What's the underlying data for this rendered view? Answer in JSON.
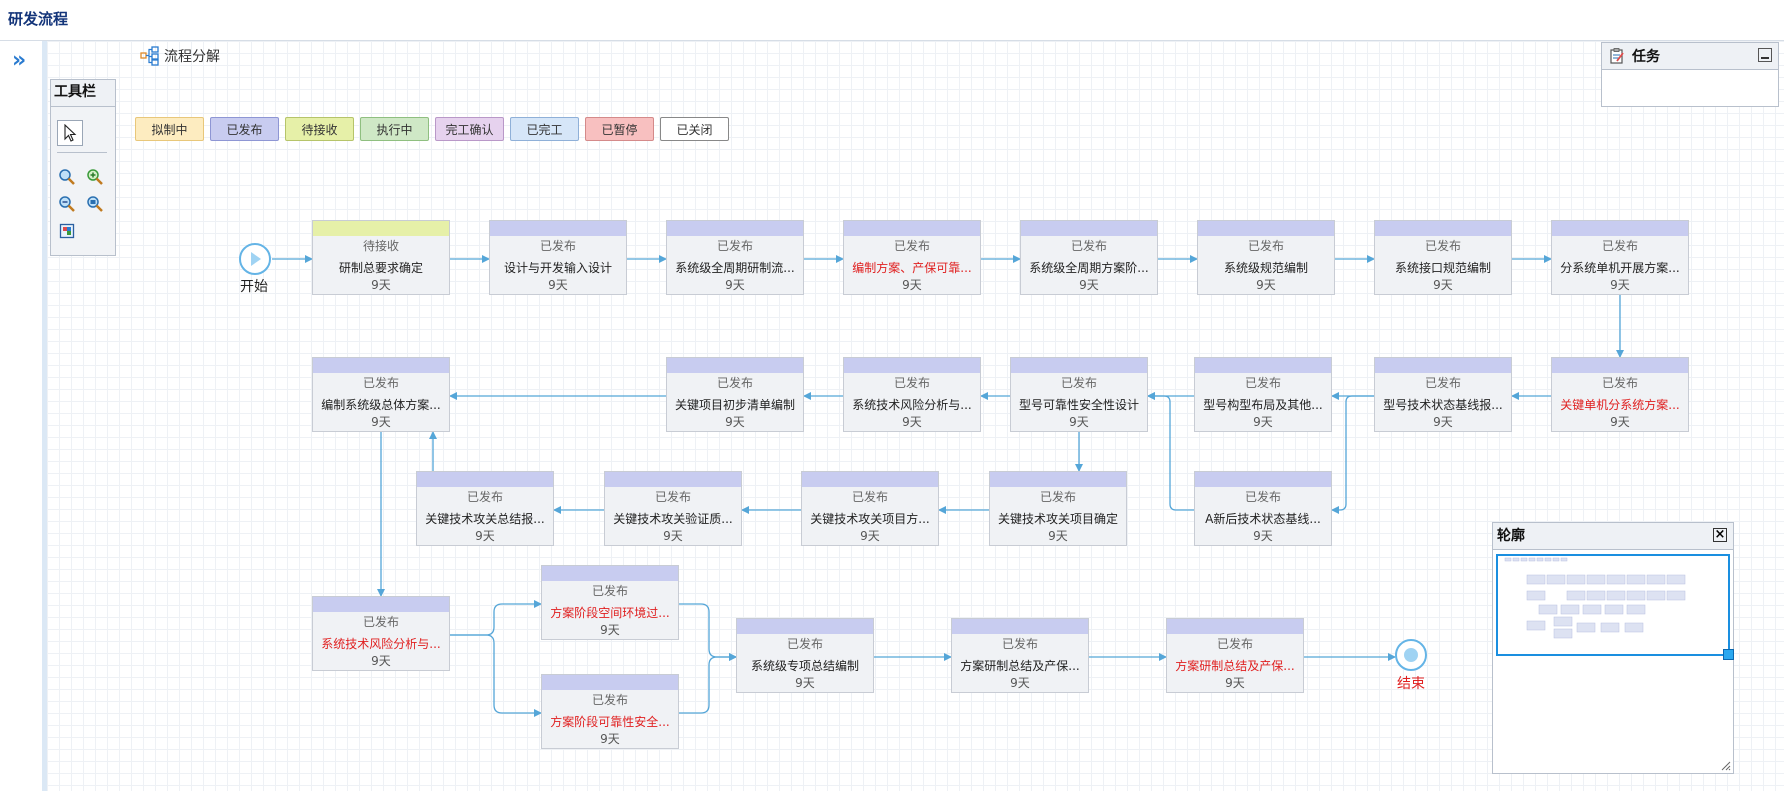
{
  "page": {
    "title": "研发流程"
  },
  "flow": {
    "title": "流程分解"
  },
  "toolbar": {
    "title": "工具栏"
  },
  "legend": [
    {
      "label": "拟制中",
      "bg": "#fdecc0",
      "border": "#e8c77a"
    },
    {
      "label": "已发布",
      "bg": "#c8ccf0",
      "border": "#8e96d4"
    },
    {
      "label": "待接收",
      "bg": "#e6f0a8",
      "border": "#b6c46a"
    },
    {
      "label": "执行中",
      "bg": "#cfe8c6",
      "border": "#8fbf80"
    },
    {
      "label": "完工确认",
      "bg": "#e6d2ee",
      "border": "#b998c8"
    },
    {
      "label": "已完工",
      "bg": "#d6e6f8",
      "border": "#8fb0d8"
    },
    {
      "label": "已暂停",
      "bg": "#f8c0c0",
      "border": "#d48a8a"
    },
    {
      "label": "已关闭",
      "bg": "#ffffff",
      "border": "#888888"
    }
  ],
  "colors": {
    "published_header": "#c8ccf0",
    "pending_header": "#e6f0a8",
    "arrow": "#55a6d8"
  },
  "start": {
    "label": "开始"
  },
  "end": {
    "label": "结束"
  },
  "nodes": [
    {
      "status": "待接收",
      "name": "研制总要求确定",
      "duration": "9天",
      "red": false
    },
    {
      "status": "已发布",
      "name": "设计与开发输入设计",
      "duration": "9天",
      "red": false
    },
    {
      "status": "已发布",
      "name": "系统级全周期研制流...",
      "duration": "9天",
      "red": false
    },
    {
      "status": "已发布",
      "name": "编制方案、产保可靠...",
      "duration": "9天",
      "red": true
    },
    {
      "status": "已发布",
      "name": "系统级全周期方案阶...",
      "duration": "9天",
      "red": false
    },
    {
      "status": "已发布",
      "name": "系统级规范编制",
      "duration": "9天",
      "red": false
    },
    {
      "status": "已发布",
      "name": "系统接口规范编制",
      "duration": "9天",
      "red": false
    },
    {
      "status": "已发布",
      "name": "分系统单机开展方案...",
      "duration": "9天",
      "red": false
    },
    {
      "status": "已发布",
      "name": "关键单机分系统方案...",
      "duration": "9天",
      "red": true
    },
    {
      "status": "已发布",
      "name": "型号技术状态基线报...",
      "duration": "9天",
      "red": false
    },
    {
      "status": "已发布",
      "name": "型号构型布局及其他...",
      "duration": "9天",
      "red": false
    },
    {
      "status": "已发布",
      "name": "型号可靠性安全性设计",
      "duration": "9天",
      "red": false
    },
    {
      "status": "已发布",
      "name": "系统技术风险分析与...",
      "duration": "9天",
      "red": false
    },
    {
      "status": "已发布",
      "name": "关键项目初步清单编制",
      "duration": "9天",
      "red": false
    },
    {
      "status": "已发布",
      "name": "编制系统级总体方案...",
      "duration": "9天",
      "red": false
    },
    {
      "status": "已发布",
      "name": "A新后技术状态基线...",
      "duration": "9天",
      "red": false
    },
    {
      "status": "已发布",
      "name": "关键技术攻关项目确定",
      "duration": "9天",
      "red": false
    },
    {
      "status": "已发布",
      "name": "关键技术攻关项目方...",
      "duration": "9天",
      "red": false
    },
    {
      "status": "已发布",
      "name": "关键技术攻关验证质...",
      "duration": "9天",
      "red": false
    },
    {
      "status": "已发布",
      "name": "关键技术攻关总结报...",
      "duration": "9天",
      "red": false
    },
    {
      "status": "已发布",
      "name": "系统技术风险分析与...",
      "duration": "9天",
      "red": true
    },
    {
      "status": "已发布",
      "name": "方案阶段空间环境过...",
      "duration": "9天",
      "red": true
    },
    {
      "status": "已发布",
      "name": "方案阶段可靠性安全...",
      "duration": "9天",
      "red": true
    },
    {
      "status": "已发布",
      "name": "系统级专项总结编制",
      "duration": "9天",
      "red": false
    },
    {
      "status": "已发布",
      "name": "方案研制总结及产保...",
      "duration": "9天",
      "red": false
    },
    {
      "status": "已发布",
      "name": "方案研制总结及产保...",
      "duration": "9天",
      "red": true
    }
  ],
  "task_panel": {
    "title": "任务"
  },
  "outline_panel": {
    "title": "轮廓"
  }
}
